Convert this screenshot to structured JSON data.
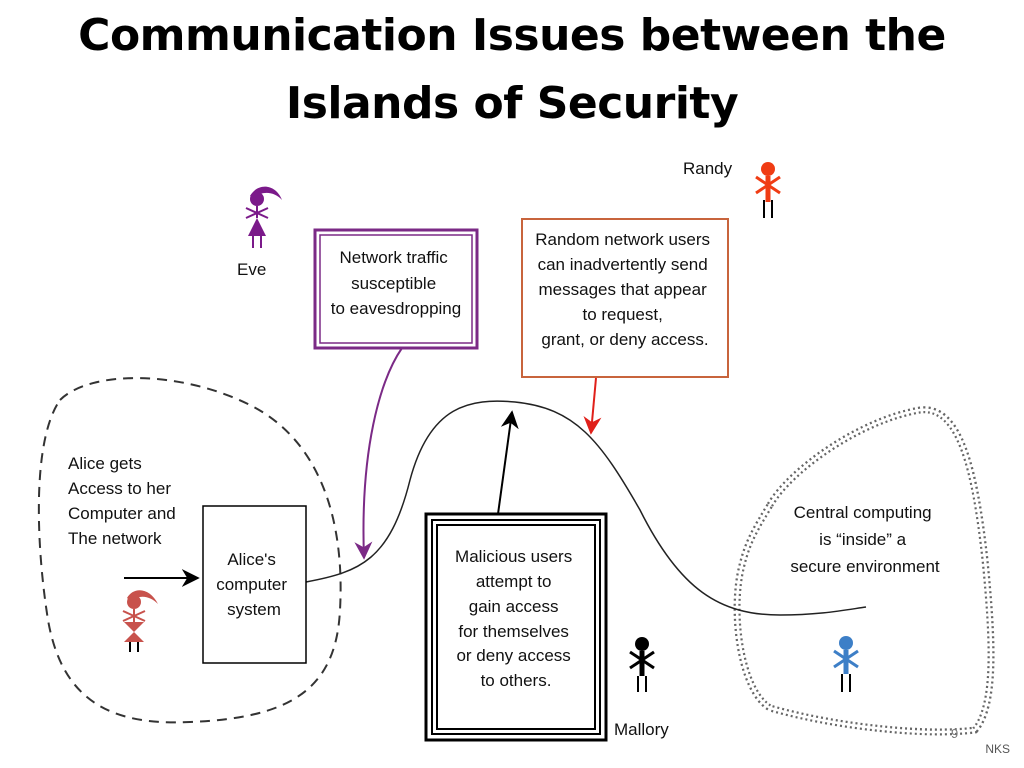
{
  "title": {
    "line1": "Communication Issues between the",
    "line2": "Islands of Security"
  },
  "diagram": {
    "actors": {
      "eve": {
        "label": "Eve",
        "color": "#7b1a8a"
      },
      "randy": {
        "label": "Randy",
        "color": "#f03c14"
      },
      "alice": {
        "color": "#c8524c"
      },
      "mallory": {
        "label": "Mallory",
        "color": "#000000"
      },
      "server_user": {
        "color": "#3d7fc7"
      }
    },
    "alice_text": [
      "Alice gets",
      "Access to her",
      "Computer and",
      "The network"
    ],
    "alice_computer": [
      "Alice's",
      "computer",
      "system"
    ],
    "eavesdrop_box": [
      "Network traffic",
      "susceptible",
      "to eavesdropping"
    ],
    "random_box": [
      "Random network users",
      "can inadvertently send",
      "messages that appear",
      "to request,",
      "grant, or deny access."
    ],
    "malicious_box": [
      "Malicious users",
      "attempt to",
      "gain access",
      "for themselves",
      "or deny access",
      "to others."
    ],
    "central_text": [
      "Central computing",
      "is “inside” a",
      "secure environment"
    ],
    "colors": {
      "eavesdrop_border": "#7b2a86",
      "random_border": "#c8643c",
      "random_arrow": "#e0201a"
    }
  },
  "slide_number": "9",
  "footer": "NKS"
}
